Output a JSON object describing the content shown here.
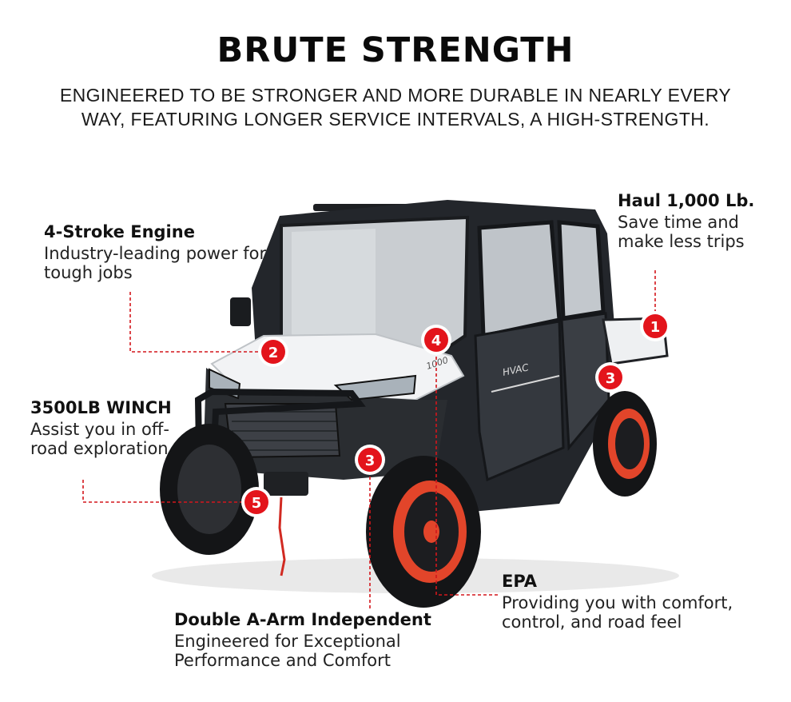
{
  "header": {
    "title": "BRUTE STRENGTH",
    "subtitle": "ENGINEERED TO BE STRONGER AND MORE DURABLE IN NEARLY EVERY WAY, FEATURING LONGER SERVICE INTERVALS, A HIGH-STRENGTH."
  },
  "callouts": {
    "engine": {
      "badge": "2",
      "title": "4-Stroke Engine",
      "desc": "Industry-leading power for tough jobs"
    },
    "haul": {
      "badge": "1",
      "title": "Haul 1,000 Lb.",
      "desc": "Save time and make less trips"
    },
    "winch": {
      "badge": "5",
      "title": "3500LB WINCH",
      "desc": "Assist you in off-road exploration"
    },
    "aarm": {
      "badge": "3",
      "title": "Double A-Arm Independent",
      "desc": "Engineered for Exceptional Performance and Comfort"
    },
    "epa": {
      "badge": "4",
      "title": "EPA",
      "desc": "Providing you with comfort, control, and road feel"
    },
    "rear_suspension": {
      "badge": "3"
    }
  },
  "vehicle": {
    "badges": {
      "hood": "1000",
      "door": "HVAC"
    }
  },
  "colors": {
    "accent_red": "#e3141b",
    "wheel_rim": "#e2452a",
    "body_white": "#f2f3f5",
    "body_dark": "#2b2e33"
  }
}
